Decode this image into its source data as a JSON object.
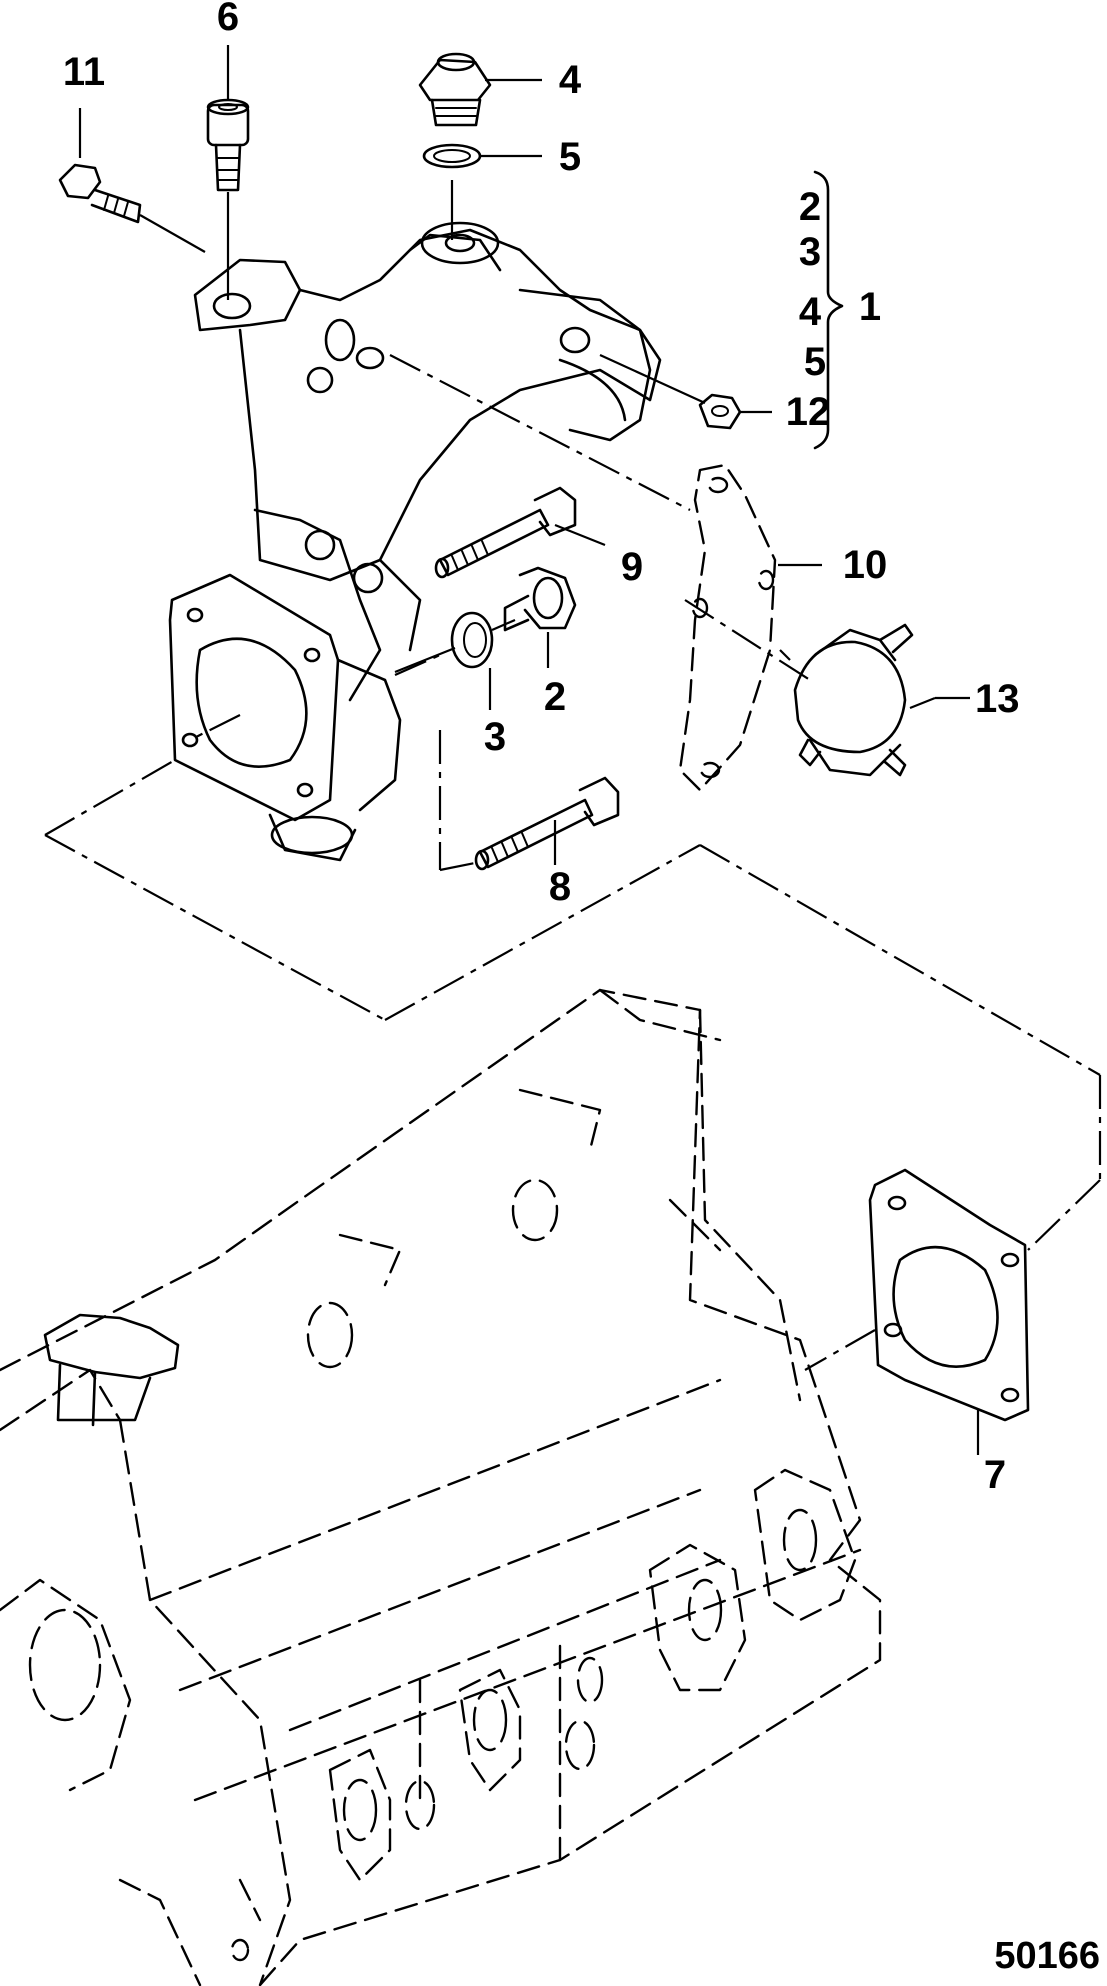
{
  "figure_number": "50166",
  "callouts": {
    "c1": "1",
    "c2": "2",
    "c3": "3",
    "c4": "4",
    "c5": "5",
    "c6": "6",
    "c7": "7",
    "c8": "8",
    "c9": "9",
    "c10": "10",
    "c11": "11",
    "c12": "12",
    "c13": "13"
  },
  "kit_list": [
    "2",
    "3",
    "4",
    "5",
    "12"
  ]
}
